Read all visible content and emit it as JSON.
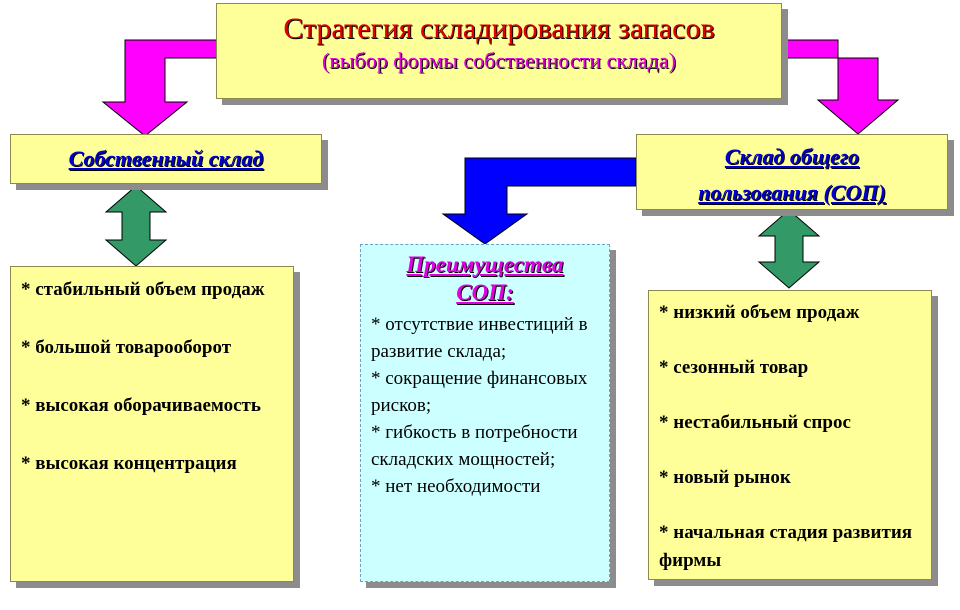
{
  "title": {
    "main": "Стратегия складирования запасов",
    "sub": "(выбор формы собственности склада)"
  },
  "own_warehouse": {
    "heading": "Собственный склад",
    "items": [
      "* стабильный  объем продаж",
      "* большой товарооборот",
      "* высокая оборачиваемость",
      "* высокая концентрация"
    ]
  },
  "public_warehouse": {
    "heading_line1": "Склад общего",
    "heading_line2": "пользования (СОП)",
    "items": [
      "* низкий объем продаж",
      "* сезонный товар",
      "* нестабильный  спрос",
      "* новый рынок",
      "* начальная  стадия развития  фирмы"
    ]
  },
  "advantages": {
    "title_line1": "Преимущества",
    "title_line2": "СОП:",
    "items": [
      "* отсутствие инвестиций в развитие склада;",
      "* сокращение финансовых рисков;",
      "* гибкость в потребности складских мощностей;",
      "* нет необходимости"
    ]
  },
  "colors": {
    "title_box": "#ffff99",
    "advantages_box": "#ccffff",
    "magenta_arrow": "#ff00ff",
    "blue_arrow": "#0000ff",
    "green_arrow": "#339966",
    "title_text": "#e00000",
    "heading_text": "#0000cc"
  }
}
